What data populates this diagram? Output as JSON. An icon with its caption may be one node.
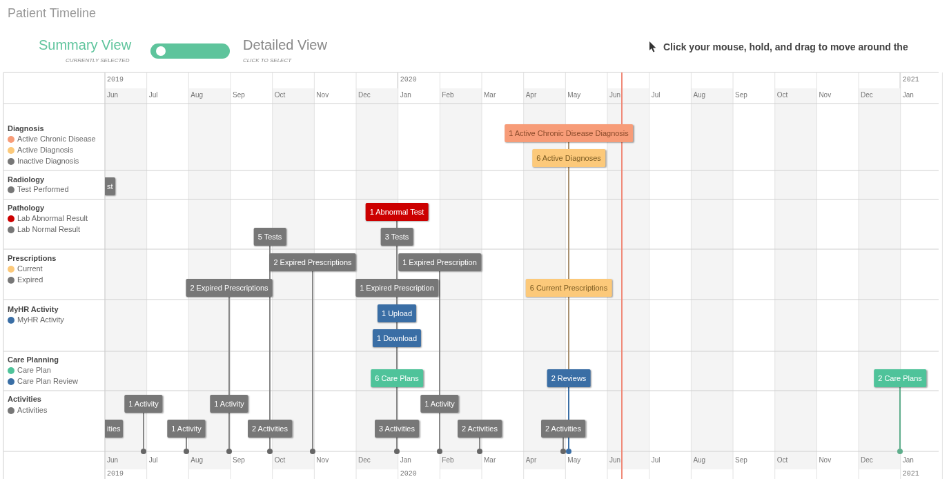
{
  "diagram": {
    "title": "Patient Timeline",
    "nodes": [
      {
        "text": [
          "1 Active Chronic Disease Diagnosis"
        ]
      },
      {
        "text": [
          "6 Active Diagnoses"
        ]
      },
      {
        "text": [
          "st"
        ]
      },
      {
        "text": [
          "1 Abnormal Test"
        ]
      },
      {
        "text": [
          "5 Tests"
        ]
      },
      {
        "text": [
          "3 Tests"
        ]
      },
      {
        "text": [
          "2 Expired Prescriptions"
        ]
      },
      {
        "text": [
          "1 Expired Prescription"
        ]
      },
      {
        "text": [
          "2 Expired Prescriptions"
        ]
      },
      {
        "text": [
          "1 Expired Prescription"
        ]
      },
      {
        "text": [
          "6 Current Prescriptions"
        ]
      },
      {
        "text": [
          "1 Upload"
        ]
      },
      {
        "text": [
          "1 Download"
        ]
      },
      {
        "text": [
          "6 Care Plans"
        ]
      },
      {
        "text": [
          "2 Reviews"
        ]
      },
      {
        "text": [
          "2 Care Plans"
        ]
      },
      {
        "text": [
          "1 Activity"
        ]
      },
      {
        "text": [
          "1 Activity"
        ]
      },
      {
        "text": [
          "1 Activity"
        ]
      },
      {
        "text": [
          "ities"
        ]
      },
      {
        "text": [
          "1 Activity"
        ]
      },
      {
        "text": [
          "2 Activities"
        ]
      },
      {
        "text": [
          "3 Activities"
        ]
      },
      {
        "text": [
          "2 Activities"
        ]
      },
      {
        "text": [
          "2 Activities"
        ]
      },
      {
        "text": [],
        "shape": "circle"
      },
      {
        "text": [],
        "shape": "circle"
      },
      {
        "text": [],
        "shape": "circle"
      },
      {
        "text": [],
        "shape": "circle"
      },
      {
        "text": [],
        "shape": "circle"
      },
      {
        "text": [],
        "shape": "circle"
      },
      {
        "text": [],
        "shape": "circle"
      },
      {
        "text": [],
        "shape": "circle"
      },
      {
        "text": [],
        "shape": "circle"
      },
      {
        "text": [],
        "shape": "circle"
      },
      {
        "text": [],
        "shape": "circle"
      }
    ],
    "edges": [
      {
        "from": 16,
        "to": 25,
        "arrow": "none"
      },
      {
        "from": 20,
        "to": 26,
        "arrow": "none"
      },
      {
        "from": 8,
        "to": 17,
        "arrow": "none"
      },
      {
        "from": 17,
        "to": 27,
        "arrow": "none"
      },
      {
        "from": 4,
        "to": 21,
        "arrow": "none"
      },
      {
        "from": 21,
        "to": 28,
        "arrow": "none"
      },
      {
        "from": 6,
        "to": 29,
        "arrow": "none"
      },
      {
        "from": 3,
        "to": 5,
        "arrow": "none"
      },
      {
        "from": 5,
        "to": 9,
        "arrow": "none"
      },
      {
        "from": 9,
        "to": 11,
        "arrow": "none"
      },
      {
        "from": 11,
        "to": 12,
        "arrow": "none"
      },
      {
        "from": 12,
        "to": 13,
        "arrow": "none"
      },
      {
        "from": 13,
        "to": 22,
        "arrow": "none"
      },
      {
        "from": 22,
        "to": 30,
        "arrow": "none"
      },
      {
        "from": 7,
        "to": 18,
        "arrow": "none"
      },
      {
        "from": 18,
        "to": 31,
        "arrow": "none"
      },
      {
        "from": 23,
        "to": 32,
        "arrow": "none"
      },
      {
        "from": 24,
        "to": 33,
        "arrow": "none"
      },
      {
        "from": 0,
        "to": 1,
        "arrow": "none",
        "color": "#a89070"
      },
      {
        "from": 1,
        "to": 10,
        "arrow": "none",
        "color": "#a89070"
      },
      {
        "from": 10,
        "to": 14,
        "arrow": "none",
        "color": "#a89070"
      },
      {
        "from": 14,
        "to": 24,
        "arrow": "none",
        "color": "#3a6ea5"
      },
      {
        "from": 24,
        "to": 34,
        "arrow": "none",
        "color": "#3a6ea5"
      },
      {
        "from": 15,
        "to": 35,
        "arrow": "none",
        "color": "#5fae8c"
      }
    ],
    "labels": [
      "Summary View",
      "CURRENTLY SELECTED",
      "Detailed View",
      "CLICK TO SELECT",
      "Click your mouse, hold, and drag to move around the",
      "Diagnosis",
      "Radiology",
      "Pathology",
      "Prescriptions",
      "MyHR Activity",
      "Care Planning",
      "Activities",
      "2019",
      "2020",
      "2021",
      "Jun",
      "Jul",
      "Aug",
      "Sep",
      "Oct",
      "Nov",
      "Dec",
      "Jan",
      "Feb",
      "Mar",
      "Apr",
      "May",
      "Jun",
      "Jul",
      "Aug",
      "Sep",
      "Oct",
      "Nov",
      "Dec",
      "Jan",
      "Jun",
      "Jul",
      "Aug",
      "Sep",
      "Oct",
      "Nov",
      "Dec",
      "Jan",
      "Feb",
      "Mar",
      "Apr",
      "May",
      "Jun",
      "Jul",
      "Aug",
      "Sep",
      "Oct",
      "Nov",
      "Dec",
      "Jan",
      "2019",
      "2020",
      "2021"
    ],
    "legend": [
      {
        "text": "Active Chronic Disease",
        "color": "#f79c78"
      },
      {
        "text": "Active Diagnosis",
        "color": "#fcc97a"
      },
      {
        "text": "Inactive Diagnosis",
        "color": "#777777"
      },
      {
        "text": "Test Performed",
        "color": "#777777"
      },
      {
        "text": "Lab Abnormal Result",
        "color": "#cc0000"
      },
      {
        "text": "Lab Normal Result",
        "color": "#777777"
      },
      {
        "text": "Current",
        "color": "#fcc97a"
      },
      {
        "text": "Expired",
        "color": "#777777"
      },
      {
        "text": "MyHR Activity",
        "color": "#3a6ea5"
      },
      {
        "text": "Care Plan",
        "color": "#4fc39a"
      },
      {
        "text": "Care Plan Review",
        "color": "#3a6ea5"
      },
      {
        "text": "Activities",
        "color": "#777777"
      }
    ]
  }
}
